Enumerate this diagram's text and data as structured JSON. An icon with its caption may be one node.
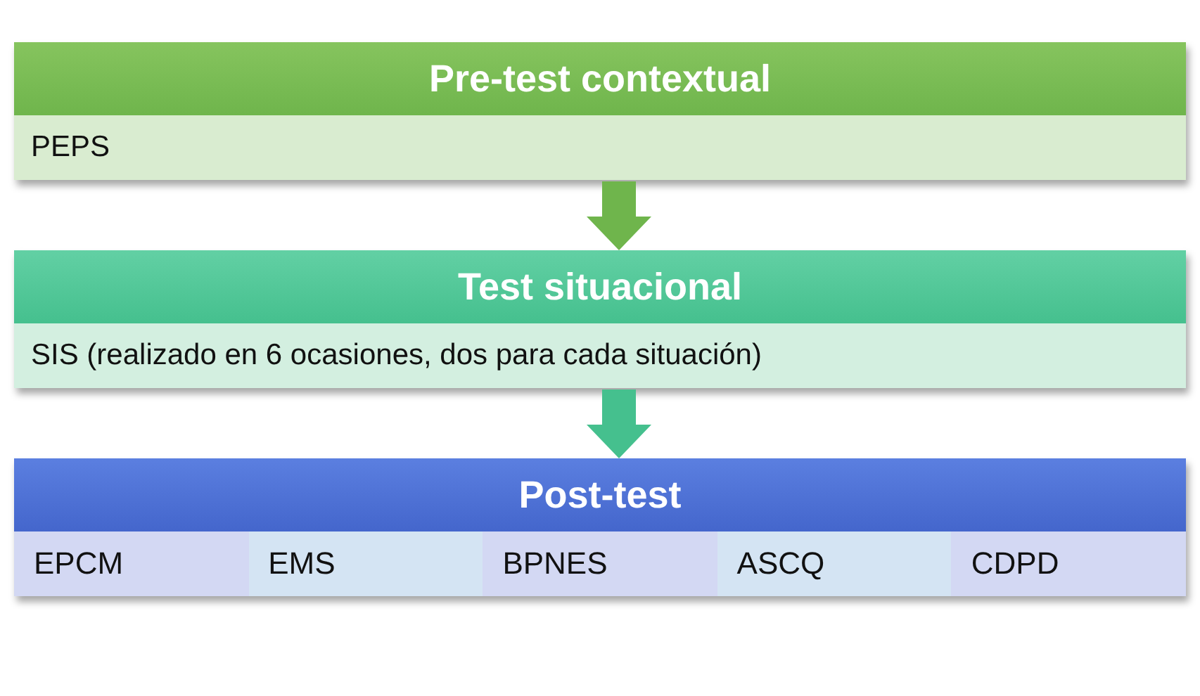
{
  "diagram": {
    "nodes": [
      {
        "text": [
          "Pre-test contextual",
          "PEPS"
        ]
      },
      {
        "text": [
          "Test situacional",
          "SIS (realizado en 6 ocasiones, dos para cada situación)"
        ]
      },
      {
        "text": [
          "Post-test"
        ]
      },
      {
        "text": [
          "EPCM"
        ],
        "in": 2
      },
      {
        "text": [
          "EMS"
        ],
        "in": 2
      },
      {
        "text": [
          "BPNES"
        ],
        "in": 2
      },
      {
        "text": [
          "ASCQ"
        ],
        "in": 2
      },
      {
        "text": [
          "CDPD"
        ],
        "in": 2
      }
    ],
    "edges": [
      {
        "from": 0,
        "to": 1,
        "arrow": "to"
      },
      {
        "from": 1,
        "to": 2,
        "arrow": "to",
        "color": "#45c08e"
      }
    ]
  }
}
